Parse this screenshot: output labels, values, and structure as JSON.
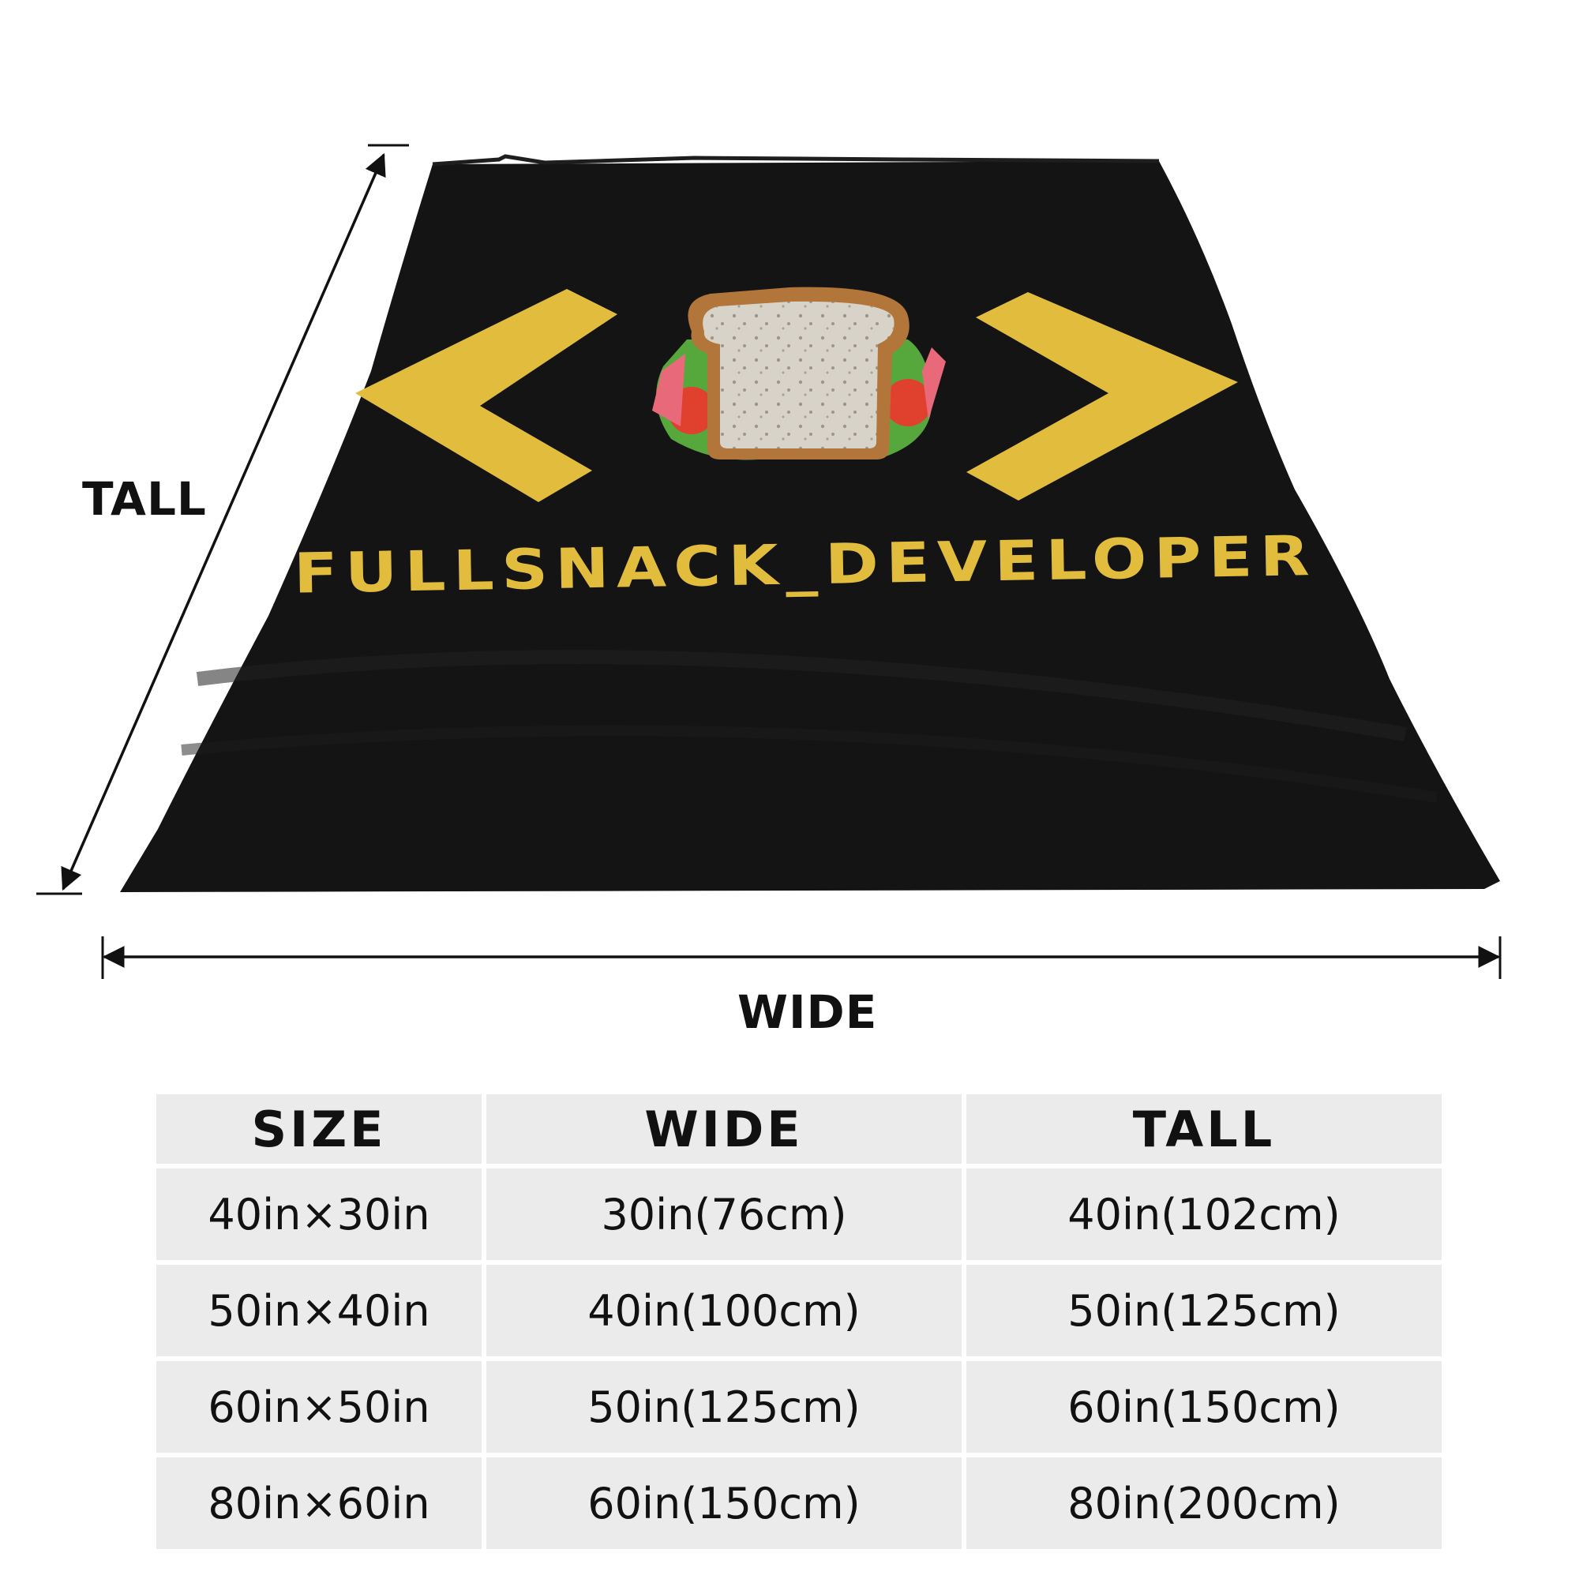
{
  "dimension_labels": {
    "tall": "TALL",
    "wide": "WIDE"
  },
  "blanket": {
    "text": "FULLSNACK_DEVELOPER",
    "colors": {
      "fabric": "#141414",
      "accent": "#e2bd3d",
      "bread": "#d7d2c8",
      "crust": "#b2763a",
      "tomato": "#e0412e",
      "lettuce": "#57a83c",
      "ham": "#e86a7a"
    }
  },
  "size_table": {
    "headers": [
      "SIZE",
      "WIDE",
      "TALL"
    ],
    "rows": [
      [
        "40in×30in",
        "30in(76cm)",
        "40in(102cm)"
      ],
      [
        "50in×40in",
        "40in(100cm)",
        "50in(125cm)"
      ],
      [
        "60in×50in",
        "50in(125cm)",
        "60in(150cm)"
      ],
      [
        "80in×60in",
        "60in(150cm)",
        "80in(200cm)"
      ]
    ]
  }
}
